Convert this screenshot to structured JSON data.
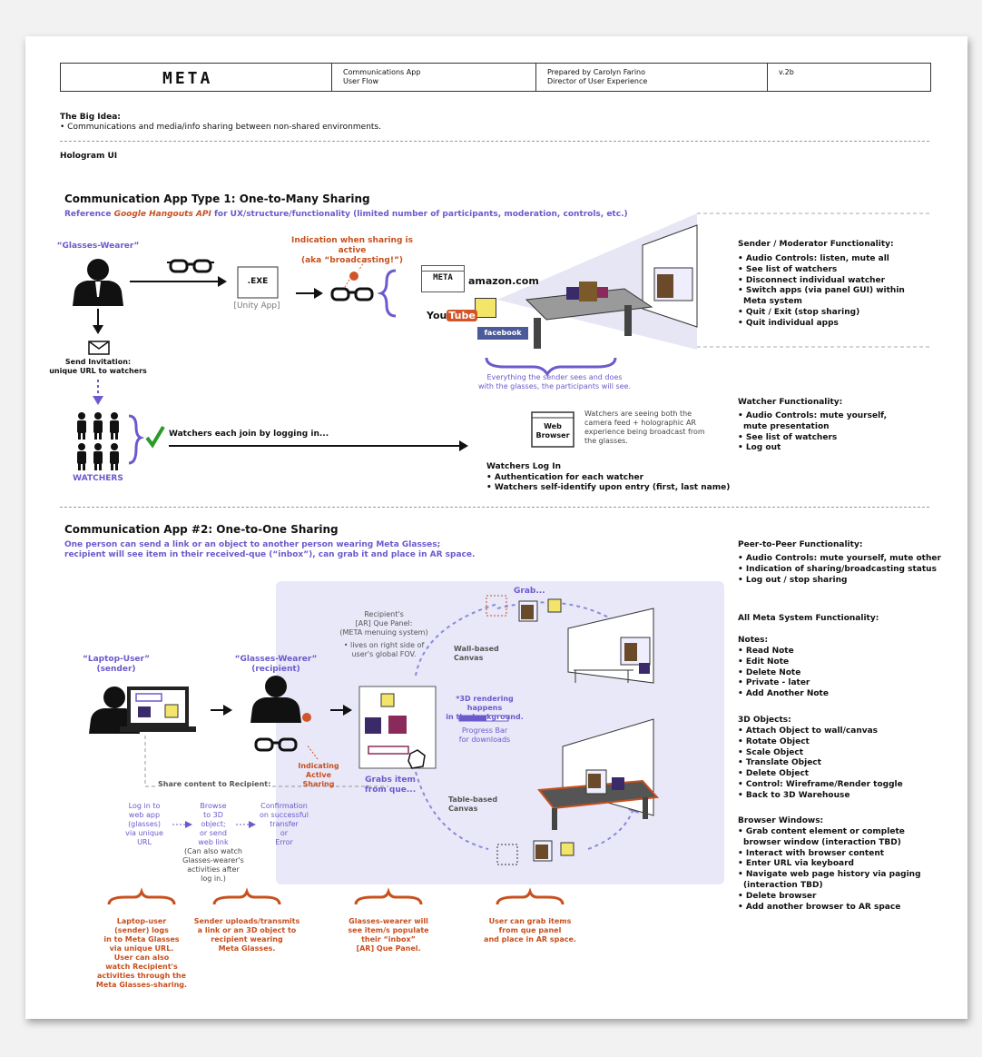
{
  "header": {
    "logo": "META",
    "doc_title_line1": "Communications App",
    "doc_title_line2": "User Flow",
    "author_line1": "Prepared by Carolyn Farino",
    "author_line2": "Director of User Experience",
    "version": "v.2b"
  },
  "big_idea": {
    "title": "The Big Idea:",
    "text": "• Communications and media/info sharing between non-shared environments."
  },
  "hologram_ui_label": "Hologram UI",
  "section1": {
    "title": "Communication App Type 1: One-to-Many Sharing",
    "ref_prefix": "Reference ",
    "ref_link": "Google Hangouts API",
    "ref_suffix": " for UX/structure/functionality (limited number of participants, moderation, controls, etc.)",
    "glasses_wearer": "“Glasses-Wearer”",
    "exe_label": ".EXE",
    "unity_app": "[Unity App]",
    "indication_line1": "Indication when sharing is active",
    "indication_line2": "(aka “broadcasting!”)",
    "meta_mini": "META",
    "amazon": "amazon.com",
    "youtube_you": "You",
    "youtube_tube": "Tube",
    "facebook": "facebook",
    "sender_sees_line1": "Everything the sender sees and does",
    "sender_sees_line2": "with the glasses, the participants will see.",
    "send_invitation_line1": "Send Invitation:",
    "send_invitation_line2": "unique URL to watchers",
    "watchers_label": "WATCHERS",
    "watchers_join": "Watchers each join by logging in...",
    "web_browser_line1": "Web",
    "web_browser_line2": "Browser",
    "watchers_seeing": [
      "Watchers are seeing both the",
      "camera feed + holographic AR",
      "experience being broadcast from",
      "the glasses."
    ],
    "log_in_title": "Watchers Log In",
    "log_in_items": [
      "Authentication for each watcher",
      "Watchers self-identify upon entry (first, last name)"
    ]
  },
  "sender_functionality": {
    "title": "Sender / Moderator Functionality:",
    "items": [
      "Audio Controls: listen, mute all",
      "See list of watchers",
      "Disconnect individual watcher",
      "Switch apps (via panel GUI) within",
      "Meta system",
      "Quit / Exit (stop sharing)",
      "Quit individual apps"
    ]
  },
  "watcher_functionality": {
    "title": "Watcher Functionality:",
    "items": [
      "Audio Controls: mute yourself,",
      "mute presentation",
      "See list of watchers",
      "Log out"
    ]
  },
  "section2": {
    "title": "Communication App #2: One-to-One Sharing",
    "desc_line1": "One person can send a link or an object to another person wearing Meta Glasses;",
    "desc_line2": "recipient will see item in their received-que (“inbox”), can grab it and place in AR space.",
    "laptop_user_line1": "“Laptop-User”",
    "laptop_user_line2": "(sender)",
    "glasses_wearer_line1": "“Glasses-Wearer”",
    "glasses_wearer_line2": "(recipient)",
    "indicating_line1": "Indicating",
    "indicating_line2": "Active",
    "indicating_line3": "Sharing",
    "share_content": "Share content to Recipient:",
    "step1": [
      "Log in to",
      "web app",
      "(glasses)",
      "via unique",
      "URL"
    ],
    "step2": [
      "Browse",
      "to 3D",
      "object;",
      "or send",
      "web link"
    ],
    "step2_note": [
      "(Can also watch",
      "Glasses-wearer's",
      "activities after",
      "log in.)"
    ],
    "step3": [
      "Confirmation",
      "on successful",
      "transfer",
      "or",
      "Error"
    ],
    "recipient_panel": [
      "Recipient's",
      "[AR] Que Panel:",
      "(META menuing system)"
    ],
    "recipient_panel_note": [
      "• lives on right side of",
      "user's global FOV."
    ],
    "grabs_item_line1": "Grabs item",
    "grabs_item_line2": "from que...",
    "wall_canvas_line1": "Wall-based",
    "wall_canvas_line2": "Canvas",
    "rendering_line1": "*3D rendering happens",
    "rendering_line2": "in the background.",
    "progress_line1": "Progress Bar",
    "progress_line2": "for downloads",
    "table_canvas_line1": "Table-based",
    "table_canvas_line2": "Canvas",
    "grab_label": "Grab...",
    "captions": [
      [
        "Laptop-user",
        "(sender) logs",
        "in to Meta Glasses",
        "via unique URL.",
        "User can also",
        "watch Recipient's",
        "activities through the",
        "Meta Glasses-sharing."
      ],
      [
        "Sender uploads/transmits",
        "a link or an 3D object to",
        "recipient wearing",
        "Meta Glasses."
      ],
      [
        "Glasses-wearer will",
        "see item/s populate",
        "their “inbox”",
        "[AR] Que Panel."
      ],
      [
        "User can grab items",
        "from que panel",
        "and place in AR space."
      ]
    ]
  },
  "peer_functionality": {
    "title": "Peer-to-Peer Functionality:",
    "items": [
      "Audio Controls: mute yourself, mute other",
      "Indication of sharing/broadcasting status",
      "Log out /  stop sharing"
    ]
  },
  "meta_system": {
    "title": "All Meta System Functionality:",
    "notes_title": "Notes:",
    "notes": [
      "Read Note",
      "Edit Note",
      "Delete Note",
      "Private - later",
      "Add Another Note"
    ],
    "objects_title": "3D Objects:",
    "objects": [
      "Attach Object to wall/canvas",
      "Rotate Object",
      "Scale Object",
      "Translate Object",
      "Delete Object",
      "Control: Wireframe/Render toggle",
      "Back to 3D Warehouse"
    ],
    "browser_title": "Browser Windows:",
    "browser": [
      "Grab content element or complete",
      "browser window  (interaction TBD)",
      "Interact with browser content",
      "Enter URL via keyboard",
      "Navigate web page history via paging",
      "(interaction TBD)",
      "Delete browser",
      "Add another browser to AR space"
    ]
  },
  "colors": {
    "accent_purple": "#6a5acd",
    "accent_orange": "#c8501e",
    "panel_lavender": "#e8e8f8"
  }
}
